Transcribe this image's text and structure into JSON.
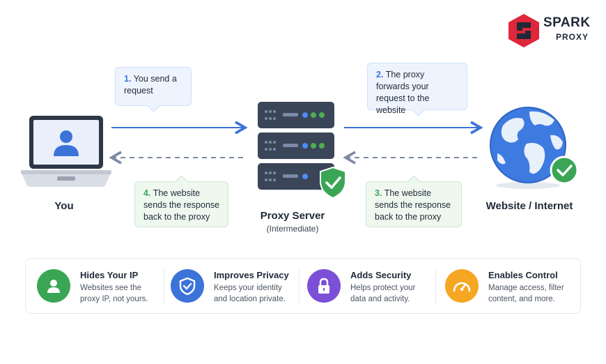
{
  "brand": {
    "name": "SPARK",
    "sub": "PROXY"
  },
  "steps": [
    {
      "num": "1.",
      "text": "You send a request"
    },
    {
      "num": "2.",
      "text": "The proxy forwards your request to the website"
    },
    {
      "num": "3.",
      "text": "The website sends the response back to the proxy"
    },
    {
      "num": "4.",
      "text": "The website sends the response back to the proxy"
    }
  ],
  "nodes": {
    "you": "You",
    "proxy": "Proxy Server",
    "proxy_sub": "(Intermediate)",
    "website": "Website / Internet"
  },
  "features": [
    {
      "title": "Hides Your IP",
      "desc": "Websites see the proxy IP, not yours.",
      "icon": "user-icon",
      "color": "#3aa655"
    },
    {
      "title": "Improves Privacy",
      "desc": "Keeps your identity and location private.",
      "icon": "shield-check-icon",
      "color": "#3b73d9"
    },
    {
      "title": "Adds Security",
      "desc": "Helps protect your data and activity.",
      "icon": "lock-icon",
      "color": "#7b4fd6"
    },
    {
      "title": "Enables Control",
      "desc": "Manage access, filter content, and more.",
      "icon": "gauge-icon",
      "color": "#f5a623"
    }
  ],
  "colors": {
    "blue": "#3b73d9",
    "green": "#3aa655",
    "red": "#e0263a",
    "dark": "#374151"
  }
}
